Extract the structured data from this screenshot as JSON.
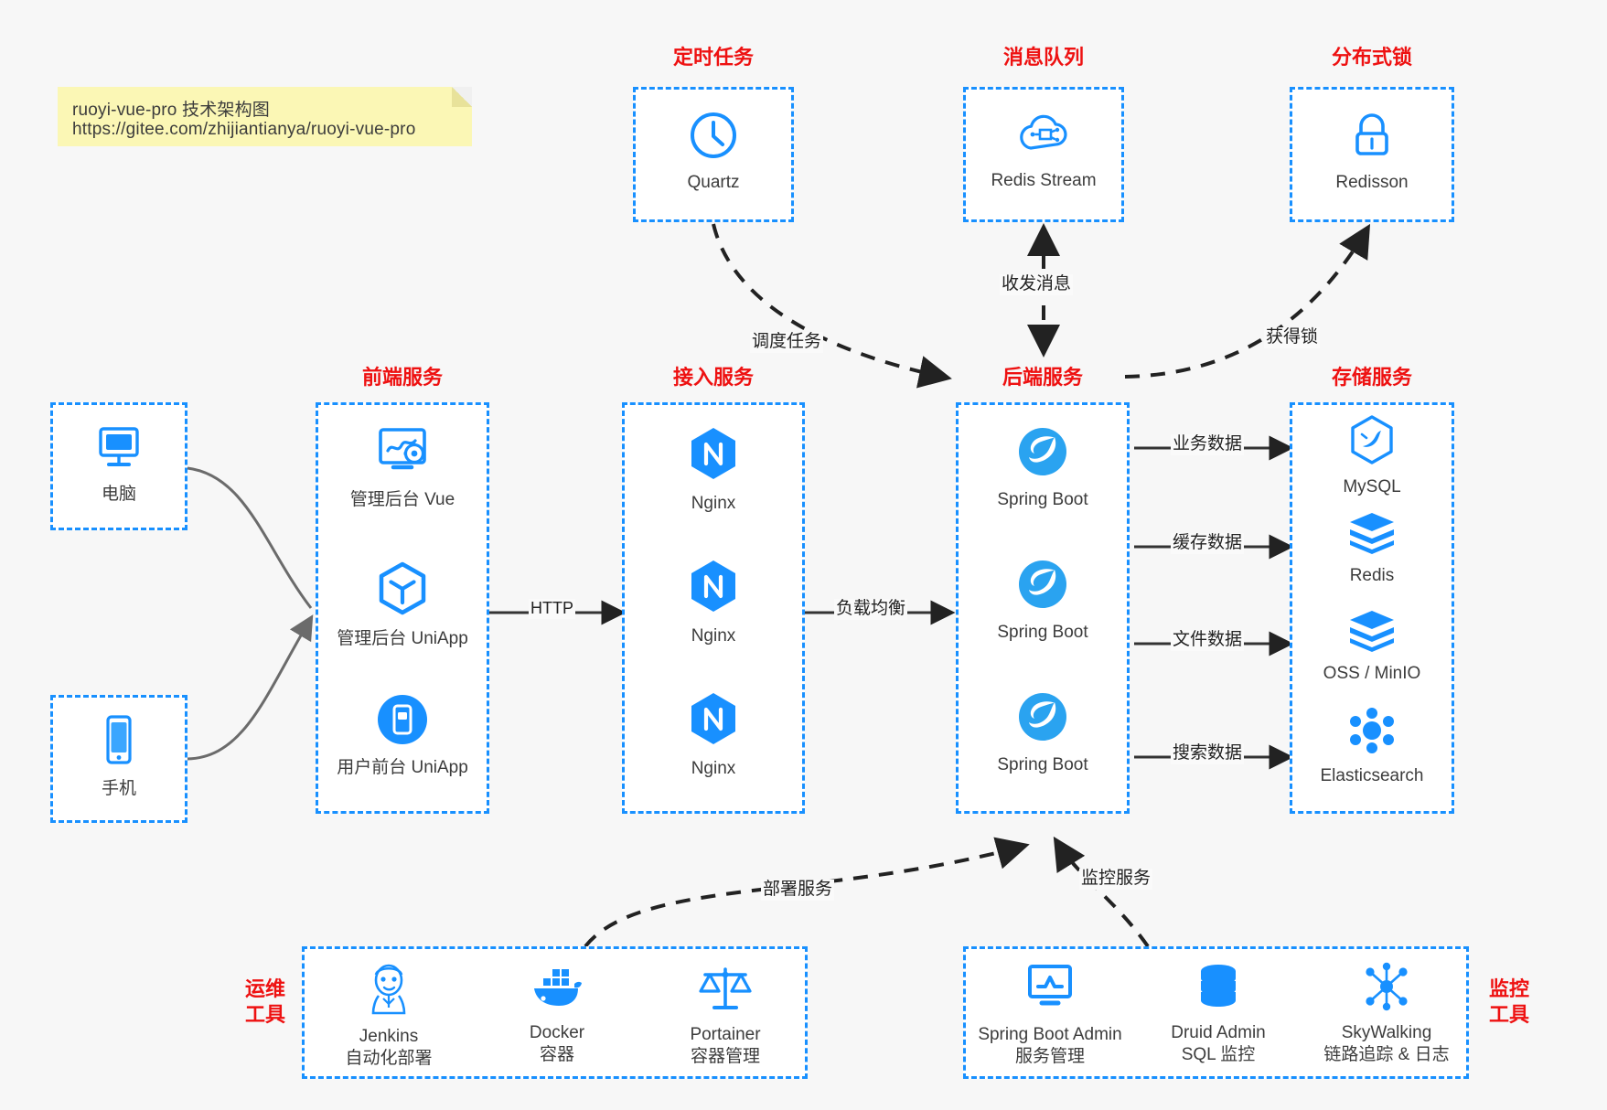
{
  "note": {
    "line1": "ruoyi-vue-pro 技术架构图",
    "line2": "https://gitee.com/zhijiantianya/ruoyi-vue-pro"
  },
  "colors": {
    "accent": "#1890ff",
    "title_red": "#ee1111",
    "background": "#f7f7f7",
    "note_bg": "#fbf7b5",
    "edge": "#222222",
    "soft_edge": "#6b6b6b"
  },
  "groups": {
    "scheduled_task": {
      "title": "定时任务",
      "nodes": [
        {
          "label": "Quartz",
          "icon": "clock-icon"
        }
      ]
    },
    "message_queue": {
      "title": "消息队列",
      "nodes": [
        {
          "label": "Redis Stream",
          "icon": "cloud-stream-icon"
        }
      ]
    },
    "distributed_lock": {
      "title": "分布式锁",
      "nodes": [
        {
          "label": "Redisson",
          "icon": "lock-icon"
        }
      ]
    },
    "clients": {
      "nodes": [
        {
          "label": "电脑",
          "icon": "desktop-icon"
        },
        {
          "label": "手机",
          "icon": "mobile-icon"
        }
      ]
    },
    "frontend": {
      "title": "前端服务",
      "nodes": [
        {
          "label": "管理后台 Vue",
          "icon": "dashboard-gear-icon"
        },
        {
          "label": "管理后台 UniApp",
          "icon": "hexagon-cube-icon"
        },
        {
          "label": "用户前台 UniApp",
          "icon": "app-window-icon"
        }
      ]
    },
    "gateway": {
      "title": "接入服务",
      "nodes": [
        {
          "label": "Nginx",
          "icon": "nginx-icon"
        },
        {
          "label": "Nginx",
          "icon": "nginx-icon"
        },
        {
          "label": "Nginx",
          "icon": "nginx-icon"
        }
      ]
    },
    "backend": {
      "title": "后端服务",
      "nodes": [
        {
          "label": "Spring Boot",
          "icon": "spring-leaf-icon"
        },
        {
          "label": "Spring Boot",
          "icon": "spring-leaf-icon"
        },
        {
          "label": "Spring Boot",
          "icon": "spring-leaf-icon"
        }
      ]
    },
    "storage": {
      "title": "存储服务",
      "nodes": [
        {
          "label": "MySQL",
          "icon": "mysql-dolphin-icon"
        },
        {
          "label": "Redis",
          "icon": "redis-stack-icon"
        },
        {
          "label": "OSS / MinIO",
          "icon": "redis-stack-icon"
        },
        {
          "label": "Elasticsearch",
          "icon": "elasticsearch-icon"
        }
      ]
    },
    "ops_tools": {
      "title_line1": "运维",
      "title_line2": "工具",
      "nodes": [
        {
          "label": "Jenkins",
          "sub": "自动化部署",
          "icon": "jenkins-butler-icon"
        },
        {
          "label": "Docker",
          "sub": "容器",
          "icon": "docker-whale-icon"
        },
        {
          "label": "Portainer",
          "sub": "容器管理",
          "icon": "scales-icon"
        }
      ]
    },
    "monitor_tools": {
      "title_line1": "监控",
      "title_line2": "工具",
      "nodes": [
        {
          "label": "Spring Boot Admin",
          "sub": "服务管理",
          "icon": "monitor-chart-icon"
        },
        {
          "label": "Druid Admin",
          "sub": "SQL 监控",
          "icon": "database-icon"
        },
        {
          "label": "SkyWalking",
          "sub": "链路追踪 & 日志",
          "icon": "skywalking-icon"
        }
      ]
    }
  },
  "edges": [
    {
      "name": "schedule-task",
      "label": "调度任务"
    },
    {
      "name": "message-exchange",
      "label": "收发消息"
    },
    {
      "name": "acquire-lock",
      "label": "获得锁"
    },
    {
      "name": "http",
      "label": "HTTP"
    },
    {
      "name": "load-balance",
      "label": "负载均衡"
    },
    {
      "name": "business-data",
      "label": "业务数据"
    },
    {
      "name": "cache-data",
      "label": "缓存数据"
    },
    {
      "name": "file-data",
      "label": "文件数据"
    },
    {
      "name": "search-data",
      "label": "搜索数据"
    },
    {
      "name": "deploy-service",
      "label": "部署服务"
    },
    {
      "name": "monitor-service",
      "label": "监控服务"
    }
  ]
}
